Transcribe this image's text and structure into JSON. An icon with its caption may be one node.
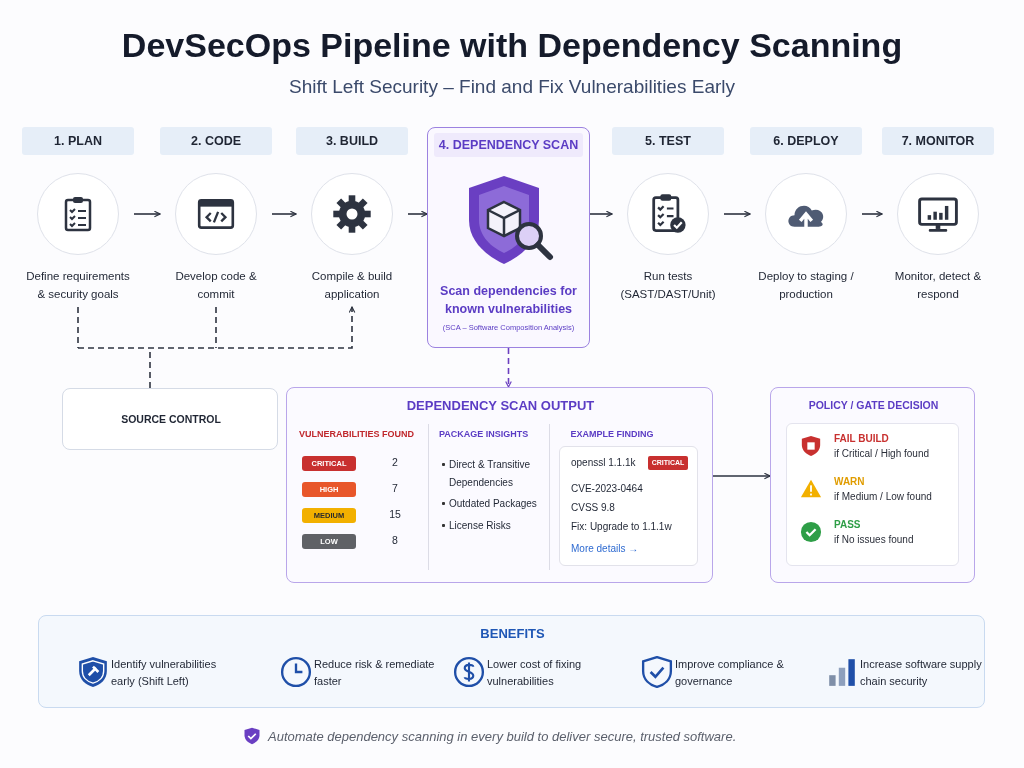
{
  "diagram": {
    "title": "DevSecOps Pipeline with Dependency Scanning",
    "caption": "Automate dependency scanning in every build to deliver secure, trusted software.",
    "labels": [
      "Shift Left Security – Find and Fix Vulnerabilities Early"
    ],
    "nodes": [
      {
        "text": [
          "1. PLAN",
          "Define requirements & security goals"
        ]
      },
      {
        "text": [
          "2. CODE",
          "Develop code & commit"
        ]
      },
      {
        "text": [
          "3. BUILD",
          "Compile & build application"
        ]
      },
      {
        "text": [
          "4. DEPENDENCY SCAN",
          "Scan dependencies for known vulnerabilities",
          "(SCA – Software Composition Analysis)"
        ]
      },
      {
        "text": [
          "5. TEST",
          "Run tests (SAST/DAST/Unit)"
        ]
      },
      {
        "text": [
          "6. DEPLOY",
          "Deploy to staging / production"
        ]
      },
      {
        "text": [
          "7. MONITOR",
          "Monitor, detect & respond"
        ]
      },
      {
        "text": [
          "SOURCE CONTROL"
        ]
      },
      {
        "text": [
          "DEPENDENCY SCAN OUTPUT",
          "VULNERABILITIES FOUND",
          "PACKAGE INSIGHTS",
          "Direct & Transitive Dependencies",
          "Outdated Packages",
          "License Risks",
          "EXAMPLE FINDING"
        ]
      },
      {
        "text": [
          "CRITICAL"
        ],
        "beside": [
          "2"
        ],
        "in": 8
      },
      {
        "text": [
          "HIGH"
        ],
        "beside": [
          "7"
        ],
        "in": 8
      },
      {
        "text": [
          "MEDIUM"
        ],
        "beside": [
          "15"
        ],
        "in": 8
      },
      {
        "text": [
          "LOW"
        ],
        "beside": [
          "8"
        ],
        "in": 8
      },
      {
        "text": [
          "openssl 1.1.1k",
          "CVE-2023-0464",
          "CVSS 9.8",
          "Fix: Upgrade to 1.1.1w",
          "More details →"
        ],
        "in": 8
      },
      {
        "text": [
          "CRITICAL"
        ],
        "in": 13
      },
      {
        "text": [
          "POLICY / GATE DECISION"
        ]
      },
      {
        "text": [
          "FAIL BUILD",
          "if Critical / High found",
          "WARN",
          "if Medium / Low found",
          "PASS",
          "if No issues found"
        ],
        "in": 15
      },
      {
        "text": [
          "BENEFITS",
          "Identify vulnerabilities early (Shift Left)",
          "Reduce risk & remediate faster",
          "Lower cost of fixing vulnerabilities",
          "Improve compliance & governance",
          "Increase software supply chain security"
        ]
      }
    ],
    "edges": [
      {
        "from": 0,
        "to": 1,
        "arrow": "to"
      },
      {
        "from": 1,
        "to": 2,
        "arrow": "to"
      },
      {
        "from": 2,
        "to": 3,
        "arrow": "to"
      },
      {
        "from": 3,
        "to": 4,
        "arrow": "to"
      },
      {
        "from": 4,
        "to": 5,
        "arrow": "to"
      },
      {
        "from": 5,
        "to": 6,
        "arrow": "to"
      },
      {
        "from": 0,
        "to": 2,
        "arrow": "to",
        "style": "dashed"
      },
      {
        "from": 1,
        "to": 2,
        "arrow": "to",
        "style": "dashed"
      },
      {
        "from": 7,
        "to": 2,
        "arrow": "to",
        "style": "dashed"
      },
      {
        "from": 3,
        "to": 8,
        "arrow": "to",
        "style": "dashed",
        "color": "#6b3fc0"
      },
      {
        "from": 8,
        "to": 15,
        "arrow": "to"
      }
    ]
  }
}
